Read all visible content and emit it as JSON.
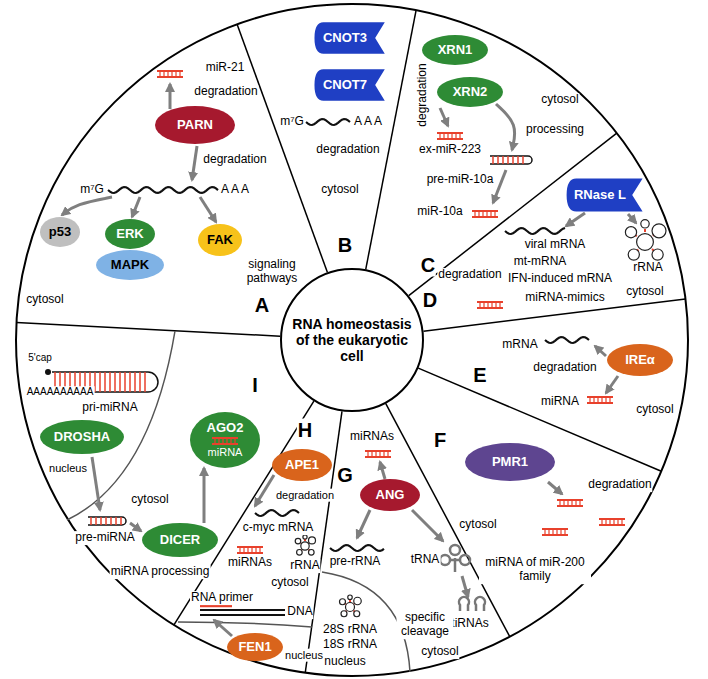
{
  "diagram": {
    "nodes": [
      {
        "text": [
          "RNA homeostasis of the eukaryotic cell"
        ]
      },
      {
        "text": [
          "PARN"
        ]
      },
      {
        "text": [
          "p53"
        ]
      },
      {
        "text": [
          "ERK"
        ]
      },
      {
        "text": [
          "FAK"
        ]
      },
      {
        "text": [
          "MAPK"
        ]
      },
      {
        "text": [
          "CNOT3"
        ]
      },
      {
        "text": [
          "CNOT7"
        ]
      },
      {
        "text": [
          "XRN1"
        ]
      },
      {
        "text": [
          "XRN2"
        ]
      },
      {
        "text": [
          "RNase L"
        ]
      },
      {
        "text": [
          "IREα"
        ]
      },
      {
        "text": [
          "PMR1"
        ]
      },
      {
        "text": [
          "ANG"
        ]
      },
      {
        "text": [
          "APE1"
        ]
      },
      {
        "text": [
          "FEN1"
        ]
      },
      {
        "text": [
          "DROSHA"
        ]
      },
      {
        "text": [
          "AGO2",
          "miRNA"
        ]
      },
      {
        "text": [
          "DICER"
        ]
      }
    ],
    "edges": [
      {
        "from": 18,
        "to": 17,
        "arrow": "to"
      }
    ],
    "labels": [
      "A",
      "miR-21",
      "degradation",
      "degradation",
      "m⁷G",
      "A A A",
      "signaling pathways",
      "cytosol",
      "B",
      "m⁷G",
      "A A A",
      "degradation",
      "cytosol",
      "C",
      "degradation",
      "ex-miR-223",
      "processing",
      "pre-miR-10a",
      "miR-10a",
      "cytosol",
      "D",
      "viral mRNA",
      "mt-mRNA",
      "IFN-induced mRNA",
      "rRNA",
      "miRNA-mimics",
      "degradation",
      "cytosol",
      "E",
      "mRNA",
      "degradation",
      "miRNA",
      "cytosol",
      "F",
      "miRNA of miR-200 family",
      "degradation",
      "cytosol",
      "G",
      "miRNAs",
      "pre-rRNA",
      "tRNA",
      "tiRNAs",
      "28S rRNA",
      "18S rRNA",
      "specific cleavage",
      "nucleus",
      "cytosol",
      "H",
      "degradation",
      "c-myc mRNA",
      "rRNA",
      "miRNAs",
      "RNA primer",
      "DNA",
      "nucleus",
      "cytosol",
      "I",
      "5'cap",
      "AAAAAAAAAA",
      "pri-miRNA",
      "nucleus",
      "cytosol",
      "pre-miRNA",
      "miRNA processing"
    ]
  }
}
